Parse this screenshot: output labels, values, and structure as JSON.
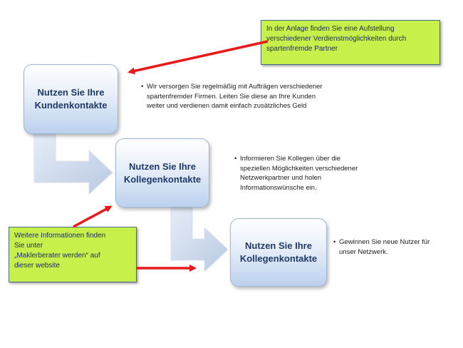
{
  "steps": [
    {
      "line1": "Nutzen Sie Ihre",
      "line2": "Kundenkontakte"
    },
    {
      "line1": "Nutzen Sie Ihre",
      "line2": "Kollegenkontakte"
    },
    {
      "line1": "Nutzen Sie Ihre",
      "line2": "Kollegenkontakte"
    }
  ],
  "bullets": [
    {
      "lines": [
        "Wir versorgen Sie regelmäßig mit Aufträgen verschiedener",
        "spartenfremder Firmen. Leiten Sie diese an Ihre Kunden",
        "weiter und verdienen damit einfach zusätzliches Geld"
      ]
    },
    {
      "lines": [
        "Informieren Sie Kollegen über die",
        "speziellen Möglichkeiten verschiedener",
        "Netzwerkpartner und holen",
        "Informationswünsche ein."
      ]
    },
    {
      "lines": [
        "Gewinnen Sie neue Nutzer für",
        "unser Netzwerk."
      ]
    }
  ],
  "notes": {
    "top": {
      "lines": [
        "In der Anlage finden Sie eine Aufstellung",
        "verschiedener Verdienstmöglichkeiten durch",
        "spartenfremde Partner"
      ]
    },
    "bottom": {
      "lines": [
        "Weitere Informationen finden",
        "Sie unter",
        "„Maklerberater werden“ auf",
        "dieser website"
      ]
    }
  },
  "colors": {
    "note_background": "#c8f04a",
    "pointer_arrow": "#e8191b",
    "flow_arrow": "#c9d6ea",
    "box_text": "#1f3a66"
  }
}
